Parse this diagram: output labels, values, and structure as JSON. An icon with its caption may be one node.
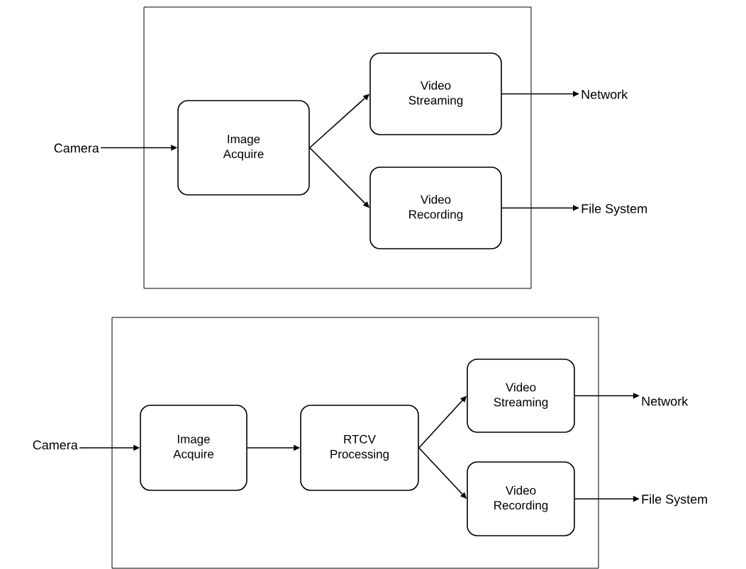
{
  "diagram": {
    "nodes": [
      {
        "text": [],
        "shape": "box"
      },
      {
        "text": [
          "Camera"
        ]
      },
      {
        "text": [
          "Image Acquire"
        ],
        "in": 0
      },
      {
        "text": [
          "Video Streaming"
        ],
        "in": 0
      },
      {
        "text": [
          "Video Recording"
        ],
        "in": 0
      },
      {
        "text": [
          "Network"
        ]
      },
      {
        "text": [
          "File System"
        ]
      },
      {
        "text": [],
        "shape": "box"
      },
      {
        "text": [
          "Camera"
        ]
      },
      {
        "text": [
          "Image Acquire"
        ],
        "in": 7
      },
      {
        "text": [
          "RTCV Processing"
        ],
        "in": 7
      },
      {
        "text": [
          "Video Streaming"
        ],
        "in": 7
      },
      {
        "text": [
          "Video Recording"
        ],
        "in": 7
      },
      {
        "text": [
          "Network"
        ]
      },
      {
        "text": [
          "File System"
        ]
      }
    ],
    "edges": [
      {
        "from": 1,
        "to": 2,
        "arrow": "to"
      },
      {
        "from": 2,
        "to": 3,
        "arrow": "to"
      },
      {
        "from": 2,
        "to": 4,
        "arrow": "to"
      },
      {
        "from": 3,
        "to": 5,
        "arrow": "to"
      },
      {
        "from": 4,
        "to": 6,
        "arrow": "to"
      },
      {
        "from": 8,
        "to": 9,
        "arrow": "to"
      },
      {
        "from": 9,
        "to": 10,
        "arrow": "to"
      },
      {
        "from": 10,
        "to": 11,
        "arrow": "to"
      },
      {
        "from": 10,
        "to": 12,
        "arrow": "to"
      },
      {
        "from": 11,
        "to": 13,
        "arrow": "to"
      },
      {
        "from": 12,
        "to": 14,
        "arrow": "to"
      }
    ]
  }
}
